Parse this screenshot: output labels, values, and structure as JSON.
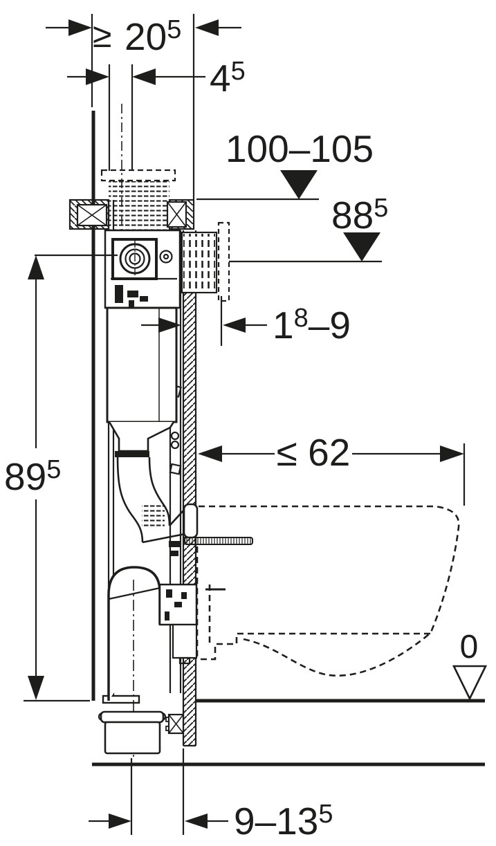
{
  "meta": {
    "background": "#ffffff",
    "ink_color": "#1d1d1b"
  },
  "labels": {
    "min_installation_depth": {
      "symbol": "≥",
      "main": "20",
      "sup": "5"
    },
    "supply_pipe_offset": {
      "main": "4",
      "sup": "5"
    },
    "element_top_height": {
      "main": "100–105"
    },
    "actuator_plate_level": {
      "main": "88",
      "sup": "5"
    },
    "wall_lining_range": {
      "main": "1",
      "sup": "8",
      "rest": "–9"
    },
    "max_bowl_depth": {
      "main": "≤ 62"
    },
    "inlet_valve_height": {
      "main": "89",
      "sup": "5"
    },
    "finished_floor_level": {
      "main": "0"
    },
    "outlet_wall_distance": {
      "main": "9–13",
      "sup": "5"
    }
  }
}
